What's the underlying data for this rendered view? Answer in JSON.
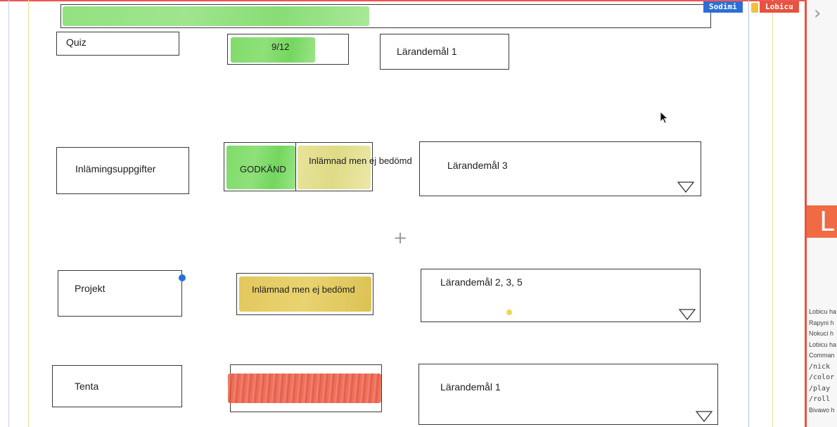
{
  "chips": {
    "left": {
      "label": "Sodimi",
      "color": "#2b6fd6"
    },
    "right": {
      "label": "Lobicu",
      "color": "#e7523e"
    }
  },
  "rows": [
    {
      "name": "Quiz",
      "status": "9/12",
      "goal": "Lärandemål 1"
    },
    {
      "name": "Inlämingsuppgifter",
      "status_a": "GODKÄND",
      "status_b": "Inlämnad men ej bedömd",
      "goal": "Lärandemål 3"
    },
    {
      "name": "Projekt",
      "status": "Inlämnad men ej bedömd",
      "goal": "Lärandemål 2, 3, 5"
    },
    {
      "name": "Tenta",
      "goal": "Lärandemål 1"
    }
  ],
  "sidepanel": {
    "block_letter": "L",
    "log": [
      "Lobicu ha",
      "Rapyni h",
      "Nokuci h",
      "Lobicu ha",
      "Comman",
      "/nick",
      "/color",
      "/play",
      "/roll",
      "Bivawo h"
    ]
  },
  "colors": {
    "accent_red": "#e7523e",
    "accent_blue": "#2b6fd6",
    "pass_green": "#7fdc6a",
    "pending_yellow": "#e8e39a",
    "fail_red": "#e9553f"
  }
}
